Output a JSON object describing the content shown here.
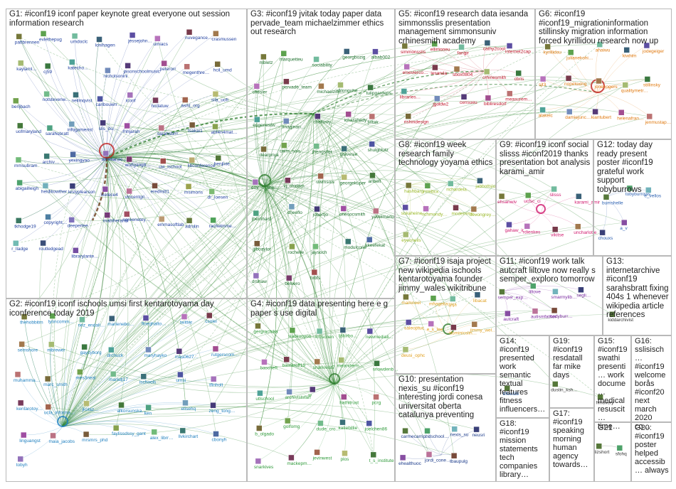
{
  "groups": [
    {
      "id": "G1",
      "title": "G1: #iconf19 iconf paper keynote great everyone out session information research",
      "color": "#1f3f9f"
    },
    {
      "id": "G2",
      "title": "G2: #iconf19 iconf ischools umsi first kentarotoyama day iconference today 2019",
      "color": "#1e7fbf"
    },
    {
      "id": "G3",
      "title": "G3: #iconf19 jvitak today paper data pervade_team michaelzimmer ethics out research",
      "color": "#1a6e2a"
    },
    {
      "id": "G4",
      "title": "G4: #iconf19 data presenting here e g paper s use digital",
      "color": "#2f9a3a"
    },
    {
      "id": "G5",
      "title": "G5: #iconf19 research data iesanda simmonsslis presentation management simmonsuniv crhinesmith academy",
      "color": "#c0152b"
    },
    {
      "id": "G6",
      "title": "G6: #iconf19 #iconf19_migrationinformation stillinsky migration information forced kyrillidou research now up",
      "color": "#e07a10"
    },
    {
      "id": "G7",
      "title": "G7: #iconf19 isaja project new wikipedia ischools kentarotoyama founder jimmy_wales wikitribune",
      "color": "#e0a020"
    },
    {
      "id": "G8",
      "title": "G8: #iconf19 week research family technology yoyama ethics",
      "color": "#9ab828"
    },
    {
      "id": "G9",
      "title": "G9: #iconf19 iconf social slisss #iconf2019 thanks presentation bot analysis karami_amir",
      "color": "#d01a6e"
    },
    {
      "id": "G10",
      "title": "G10: presentation nexis_su #iconf19 interesting jordi conesa universitat oberta catalunya preventing",
      "color": "#1a3a8a"
    },
    {
      "id": "G11",
      "title": "G11: #iconf19 work talk autcraft liltove now really s semper_exploro tomorrow",
      "color": "#7a2aa0"
    },
    {
      "id": "G12",
      "title": "G12: today day ready present poster #iconf19 grateful work support tobyburrows",
      "color": "#2a5fb0"
    },
    {
      "id": "G13",
      "title": "G13: internetarchive #iconf19 sarahsbratt fixing 404s 1 whenever wikipedia article references",
      "color": "#333333"
    },
    {
      "id": "G14",
      "title": "G14: #iconf19 presented work semantic textual features fitness influencers…",
      "color": "#2a6ac0"
    },
    {
      "id": "G15",
      "title": "G15: #iconf19 swathi presenti… work docume… medical resuscit… time…",
      "color": "#333333"
    },
    {
      "id": "G16",
      "title": "G16: sslisisch… #iconf19 welcome borås #iconf20 next march 2020 co…",
      "color": "#333333"
    },
    {
      "id": "G17",
      "title": "G17: #iconf19 speaking morning human agency towards…",
      "color": "#333333"
    },
    {
      "id": "G18",
      "title": "G18: #iconf19 mission statements tech companies library…",
      "color": "#333333"
    },
    {
      "id": "G19",
      "title": "G19: #iconf19 resdatall far mike days",
      "color": "#333333"
    },
    {
      "id": "G20",
      "title": "G20: #iconf19 poster helped accessib… always",
      "color": "#333333"
    },
    {
      "id": "G21",
      "title": "G21",
      "color": "#333333"
    }
  ],
  "nodes": {
    "G1": [
      "pattbrennen",
      "evlethepug",
      "umdoclc",
      "lonihagen",
      "jessejohn…",
      "umiacs",
      "nuvegance…",
      "crasmussen",
      "kaylaml…",
      "cj59",
      "katecho…",
      "nicholsonini",
      "jasonschoolmusic",
      "peterorr",
      "megenthre…",
      "hcil_umd",
      "benjbach",
      "notstevenw…",
      "neilmqvist",
      "caribouwrr…",
      "iconf",
      "hcdatuw",
      "asist_org",
      "sila_uofi",
      "uofmaryland",
      "sarahsbratt",
      "infogamerist",
      "slis_do…",
      "mhjarah",
      "sarahsbrrr…",
      "tsakai1",
      "abt4n4mat…",
      "mmsubram",
      "archiv…",
      "yexingyao",
      "amelianac…",
      "wolfgang8…",
      "uw_ischool",
      "libconference",
      "benjlxie",
      "abigailleigh",
      "heidiliowther",
      "leslyplearson",
      "ikelece4",
      "vincentgri…",
      "eredmill1",
      "msimons",
      "dr_loesen",
      "tkhodge19",
      "copyright…",
      "deeperlee",
      "mabiherandi",
      "ngreenetey…",
      "emmasoftlab",
      "adrulin",
      "rachelmme…",
      "r_lladge",
      "routledgead",
      "librarylante…"
    ],
    "G2": [
      "thehobbitrn",
      "lynncomm…",
      "nez_endall…",
      "marlenebo…",
      "floeghalto…",
      "twitter",
      "csolel",
      "semshore",
      "mbrewer",
      "gaycyborg",
      "drchuck",
      "maryhayko",
      "mas0627…",
      "rutgerscom…",
      "muhamma…",
      "marc_smith",
      "mes3neal",
      "markdj17",
      "ischools",
      "umsi",
      "tfinholt",
      "kentarotoy…",
      "ucla_informa…",
      "jkolaz…",
      "alkorsunska…",
      "ken",
      "elisehq",
      "zeng_tong…",
      "linguangst",
      "maia_jacobs",
      "mrsmrs_phd",
      "faylissdssy_gant",
      "alex_librr…",
      "llvkirchart",
      "cbonyh",
      "tobyh"
    ],
    "G3": [
      "mbletz",
      "marquetteu",
      "sociability",
      "georgbozig",
      "albab002",
      "cfiesler",
      "pervade_team",
      "michaelzim…",
      "shlonguhe",
      "tulipgardens",
      "eugenestw…",
      "imaginari…",
      "chellowy…",
      "icharahady…",
      "jvitak",
      "dearpriya",
      "uwm_sois",
      "jhengstler",
      "gravesie",
      "shulgblutz",
      "emr_n_she…",
      "vj_chidam…",
      "uwmsois",
      "georgekuper",
      "anbeit",
      "jbernhard",
      "cheeflo",
      "jobertjo",
      "onesocsmith",
      "yuvelmartor…",
      "jjiboaylor",
      "rochelle",
      "jaysoch",
      "modulcone",
      "kkeefekat",
      "drshaw",
      "belvero",
      "brbfs"
    ],
    "G4": [
      "gergrachika",
      "slackuoyoo…",
      "krcschen",
      "ljskirbo…",
      "newmediali…",
      "bascheft",
      "bastaroff19",
      "snarkivist7",
      "meanderm…",
      "snowdenb…",
      "utlschool",
      "archivistsfan",
      "w",
      "hathitrust",
      "pcrg",
      "b_olgado",
      "golfomg",
      "dude_cro…",
      "katiebillie",
      "joelchen86",
      "snarkives",
      "mackepm…",
      "jevinwest",
      "plos",
      "t_s_institute"
    ],
    "G5": [
      "simmonsslis",
      "ellimoneu",
      "fangir",
      "cathy2cool",
      "internet2cap",
      "elsevierco…",
      "iesanda",
      "sbox0804",
      "crhinesmith",
      "cbris",
      "libraries…",
      "jgoldw2",
      "censueu",
      "bibliresdorf",
      "measurem…",
      "rishindesign"
    ],
    "G6": [
      "kyrillidou",
      "julianekohi…",
      "ahaiwu",
      "kiwhim",
      "jodegeiger",
      "sjt3",
      "nopeloxing",
      "jonebogers",
      "qualitymetr…",
      "stillinsky",
      "alakelc",
      "damiejunc…",
      "kiantubert",
      "helenafran…",
      "jenmustap…"
    ],
    "G7": [
      "mamneel",
      "mhagelia",
      "ljaja",
      "libacat",
      "saleoptuc",
      "e_k_lee",
      "dominicslin…",
      "jimmy_wel…",
      "deusi_ophc"
    ],
    "G8": [
      "hashbarg",
      "nrmbcx",
      "richardela…",
      "jabbottslu",
      "sukaheine",
      "richmondy…",
      "modemmu…",
      "devongrey…",
      "eyeoneils"
    ],
    "G9": [
      "ehsanwiv",
      "ucfsc_ci",
      "slisss",
      "karami_amir",
      "gahaw_ir",
      "rdienkes",
      "vikitse",
      "uncharlotte"
    ],
    "G10": [
      "carmecarri…",
      "phdschool…",
      "nexis_su",
      "neusri",
      "ehealthuoc",
      "jordi_cone…",
      "tbaupulg"
    ],
    "G11": [
      "semper_exp…",
      "liltove",
      "smarmylib…",
      "segli…",
      "autcraft",
      "autismfather",
      "codyburr…"
    ],
    "G12": [
      "bumshelle",
      "tobyburrows",
      "e_vellos",
      "chouxs",
      "a_v"
    ],
    "G13": [
      "kiddarchivist"
    ],
    "G14": [
      "bfowl38"
    ],
    "G15": [
      "hmovery"
    ],
    "G19": [
      "dustin_ksh…"
    ],
    "G21": [
      "lizshort",
      "sfohq"
    ],
    "G20": []
  },
  "icons": {
    "group-link": "hub-edge",
    "node": "avatar-square"
  }
}
